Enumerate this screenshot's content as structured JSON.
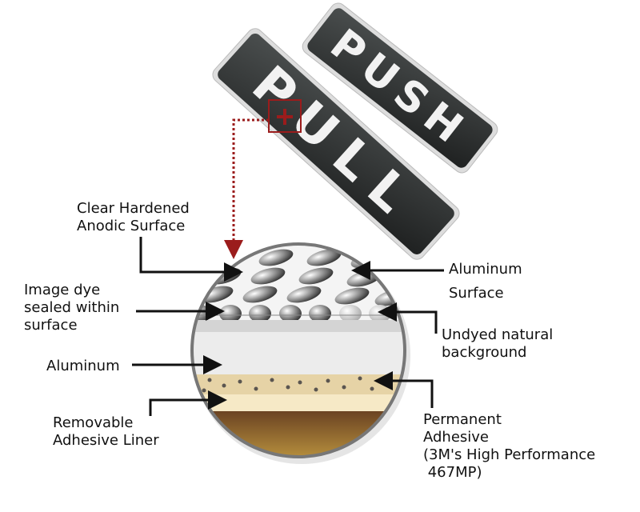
{
  "signs": {
    "pull": "PULL",
    "push": "PUSH"
  },
  "labels": {
    "clear_hardened": "Clear Hardened\nAnodic Surface",
    "image_dye": "Image dye\nsealed within\nsurface",
    "aluminum_left": "Aluminum",
    "removable_liner": "Removable\nAdhesive Liner",
    "aluminum_surface": "Aluminum\nSurface",
    "undyed": "Undyed natural\nbackground",
    "permanent_adhesive": "Permanent\nAdhesive\n(3M's High Performance\n 467MP)"
  },
  "colors": {
    "plate": "#2b2e2e",
    "accent": "#9b1c1c",
    "adhesive": "#e6d3a6",
    "liner": "#f6e9c6",
    "backing": "#8a5a28"
  }
}
